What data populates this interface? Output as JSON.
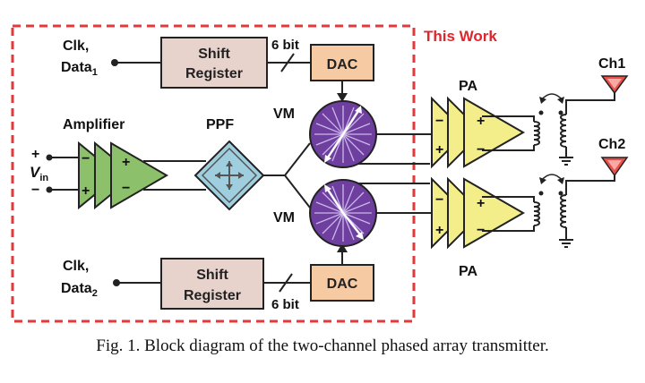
{
  "annotation": {
    "this_work": "This Work"
  },
  "inputs": {
    "clk_data_1_line1": "Clk,",
    "clk_data_1_line2": "Data",
    "clk_data_1_sub": "1",
    "clk_data_2_line1": "Clk,",
    "clk_data_2_line2": "Data",
    "clk_data_2_sub": "2",
    "vin": "V",
    "vin_sub": "in",
    "plus": "+",
    "minus": "−"
  },
  "blocks": {
    "shift_register_top_line1": "Shift",
    "shift_register_top_line2": "Register",
    "shift_register_bottom_line1": "Shift",
    "shift_register_bottom_line2": "Register",
    "dac_top": "DAC",
    "dac_bottom": "DAC",
    "bus_width_top": "6 bit",
    "bus_width_bottom": "6 bit",
    "amplifier": "Amplifier",
    "ppf": "PPF",
    "vm_top": "VM",
    "vm_bottom": "VM",
    "pa_top": "PA",
    "pa_bottom": "PA",
    "ch1": "Ch1",
    "ch2": "Ch2",
    "amp_sign_minus": "−",
    "amp_sign_plus": "+"
  },
  "colors": {
    "dashed_border": "#e23a3a",
    "this_work_text": "#e0252b",
    "shift_register_fill": "#e8d2cc",
    "dac_fill": "#f6caa3",
    "amplifier_fill": "#8cc06a",
    "ppf_fill": "#9fcfdf",
    "vm_fill": "#6f3fa0",
    "pa_fill": "#f3ee8a",
    "antenna_fill": "#e9504a"
  },
  "caption": "Fig. 1.  Block diagram of the two-channel phased array transmitter."
}
